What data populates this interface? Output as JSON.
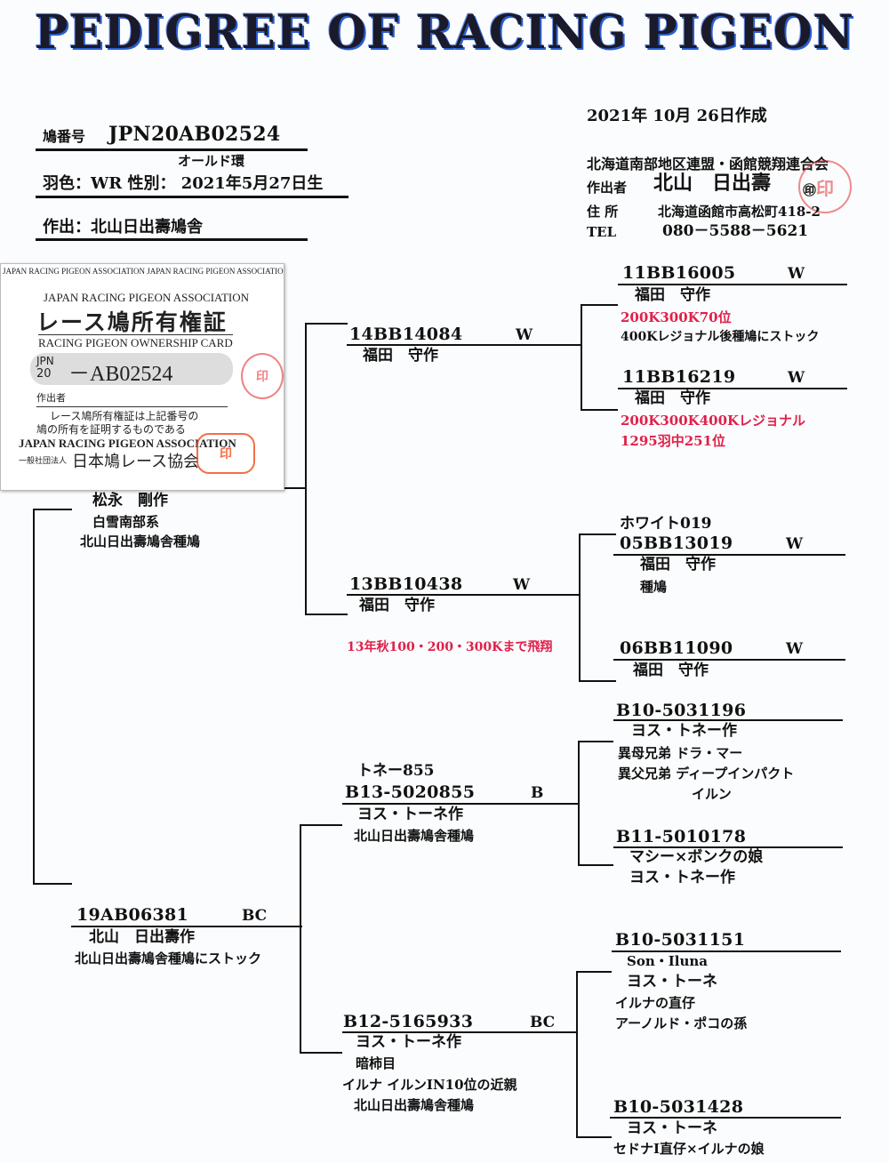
{
  "title": "PEDIGREE OF RACING PIGEON",
  "header": {
    "ring_label": "鳩番号",
    "ring_number": "JPN20AB02524",
    "ring_type": "オールド環",
    "color_sex_birth": "羽色：WR  性別：  2021年5月27日生",
    "bred_by": "作出：北山日出壽鳩舎"
  },
  "creator": {
    "date": "2021年  10月  26日作成",
    "federation": "北海道南部地区連盟・函館競翔連合会",
    "breeder_label": "作出者",
    "breeder_name": "北山　日出壽",
    "seal_mark": "㊞",
    "address_label": "住 所",
    "address": "北海道函館市高松町418-2",
    "tel_label": "TEL",
    "tel": "080－5588－5621"
  },
  "card": {
    "border_text": "JAPAN RACING PIGEON ASSOCIATION JAPAN RACING PIGEON ASSOCIATION",
    "org_en": "JAPAN RACING PIGEON ASSOCIATION",
    "title_ja": "レース鳩所有権証",
    "title_en": "RACING PIGEON OWNERSHIP CARD",
    "prefix_top": "JPN",
    "prefix_bottom": "20",
    "number": "－AB02524",
    "breeder_label": "作出者",
    "statement_1": "レース鳩所有権証は上記番号の",
    "statement_2": "鳩の所有を証明するものである",
    "issuer_en": "JAPAN RACING PIGEON ASSOCIATION",
    "issuer_type": "一般社団法人",
    "issuer_ja": "日本鳩レース協会"
  },
  "sire": {
    "notes": [
      "松永　剛作",
      "白雪南部系",
      "北山日出壽鳩舎種鳩"
    ],
    "sire": {
      "ring": "14BB14084",
      "color": "W",
      "notes": [
        "福田　守作"
      ],
      "sire": {
        "ring": "11BB16005",
        "color": "W",
        "notes": [
          "福田　守作"
        ],
        "red_notes": [
          "200K300K70位"
        ],
        "notes2": [
          "400Kレジョナル後種鳩にストック"
        ]
      },
      "dam": {
        "ring": "11BB16219",
        "color": "W",
        "notes": [
          "福田　守作"
        ],
        "red_notes": [
          "200K300K400Kレジョナル",
          "1295羽中251位"
        ]
      }
    },
    "dam": {
      "ring": "13BB10438",
      "color": "W",
      "notes": [
        "福田　守作"
      ],
      "red_notes": [
        "13年秋100・200・300Kまで飛翔"
      ],
      "sire": {
        "name": "ホワイト019",
        "ring": "05BB13019",
        "color": "W",
        "notes": [
          "福田　守作",
          "種鳩"
        ]
      },
      "dam": {
        "ring": "06BB11090",
        "color": "W",
        "notes": [
          "福田　守作"
        ]
      }
    }
  },
  "dam": {
    "ring": "19AB06381",
    "color": "BC",
    "notes": [
      "北山　日出壽作",
      "北山日出壽鳩舎種鳩にストック"
    ],
    "sire": {
      "name": "トネー855",
      "ring": "B13-5020855",
      "color": "B",
      "notes": [
        "ヨス・トーネ作",
        "北山日出壽鳩舎種鳩"
      ],
      "sire": {
        "ring": "B10-5031196",
        "notes": [
          "ヨス・トネー作",
          "異母兄弟  ドラ・マー",
          "異父兄弟  ディープインパクト",
          "イルン"
        ]
      },
      "dam": {
        "ring": "B11-5010178",
        "notes": [
          "マシー×ボンクの娘",
          "ヨス・トネー作"
        ]
      }
    },
    "dam": {
      "ring": "B12-5165933",
      "color": "BC",
      "notes": [
        "ヨス・トーネ作",
        "暗柿目",
        "イルナ  イルンIN10位の近親",
        "北山日出壽鳩舎種鳩"
      ],
      "sire": {
        "ring": "B10-5031151",
        "notes": [
          "Son・Iluna",
          "ヨス・トーネ",
          "イルナの直仔",
          "アーノルド・ポコの孫"
        ]
      },
      "dam": {
        "ring": "B10-5031428",
        "notes": [
          "ヨス・トーネ",
          "セドナⅠ直仔×イルナの娘"
        ]
      }
    }
  }
}
